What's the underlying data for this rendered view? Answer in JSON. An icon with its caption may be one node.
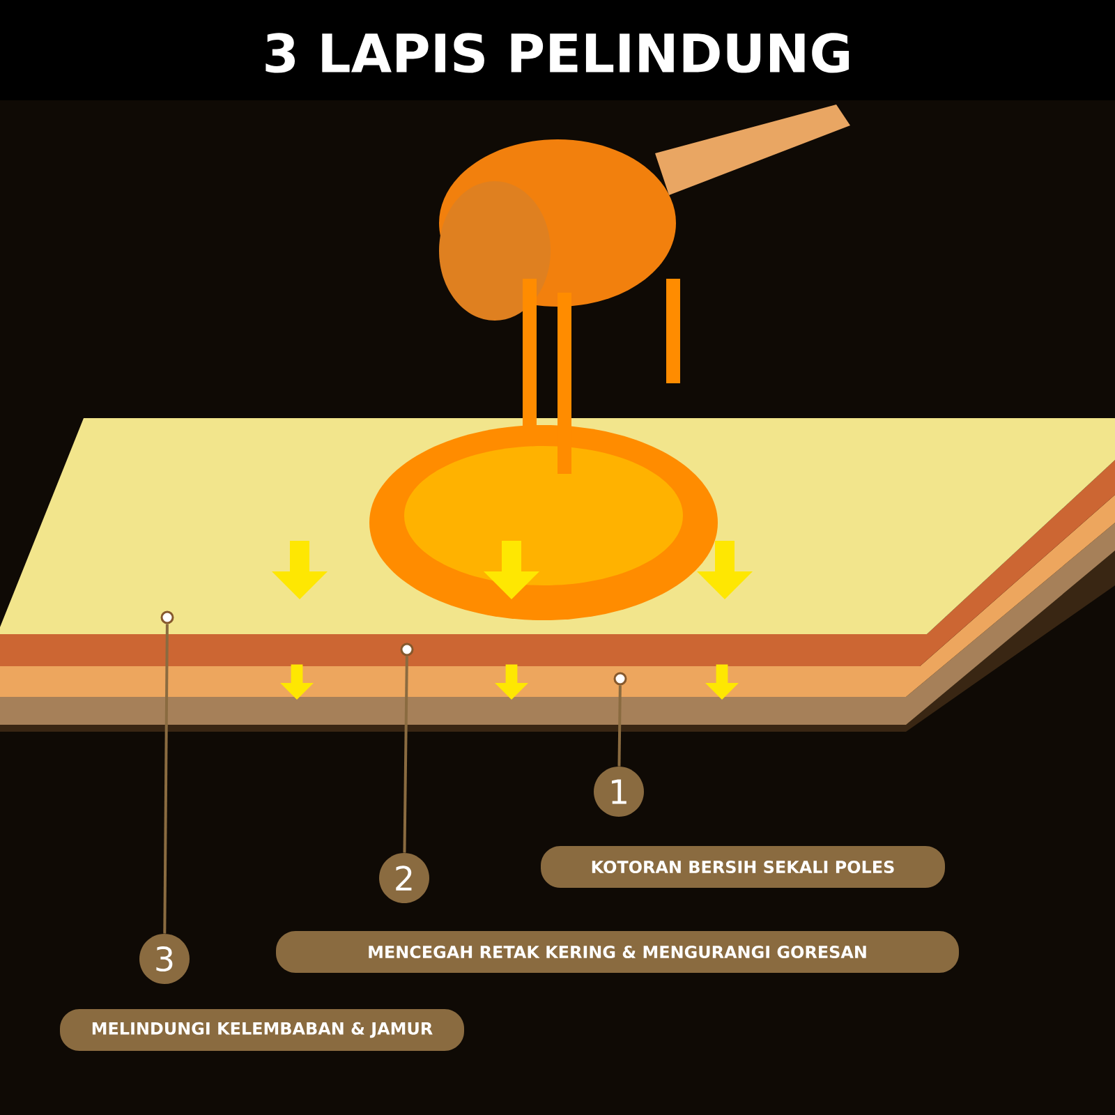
{
  "diagram": {
    "title": "3 LAPIS PELINDUNG",
    "nodes": [
      {
        "text": [],
        "shape": "circle"
      },
      {
        "text": [],
        "shape": "circle"
      },
      {
        "text": [],
        "shape": "circle"
      },
      {
        "text": [
          "1"
        ]
      },
      {
        "text": [
          "KOTORAN BERSIH SEKALI POLES"
        ]
      },
      {
        "text": [
          "2"
        ]
      },
      {
        "text": [
          "MENCEGAH RETAK KERING & MENGURANGI GORESAN"
        ]
      },
      {
        "text": [
          "3"
        ]
      },
      {
        "text": [
          "MELINDUNGI KELEMBABAN & JAMUR"
        ]
      }
    ],
    "edges": [
      {
        "from": 2,
        "to": 3,
        "arrow": "none"
      },
      {
        "from": 1,
        "to": 5,
        "arrow": "none"
      },
      {
        "from": 0,
        "to": 7,
        "arrow": "none"
      }
    ]
  }
}
